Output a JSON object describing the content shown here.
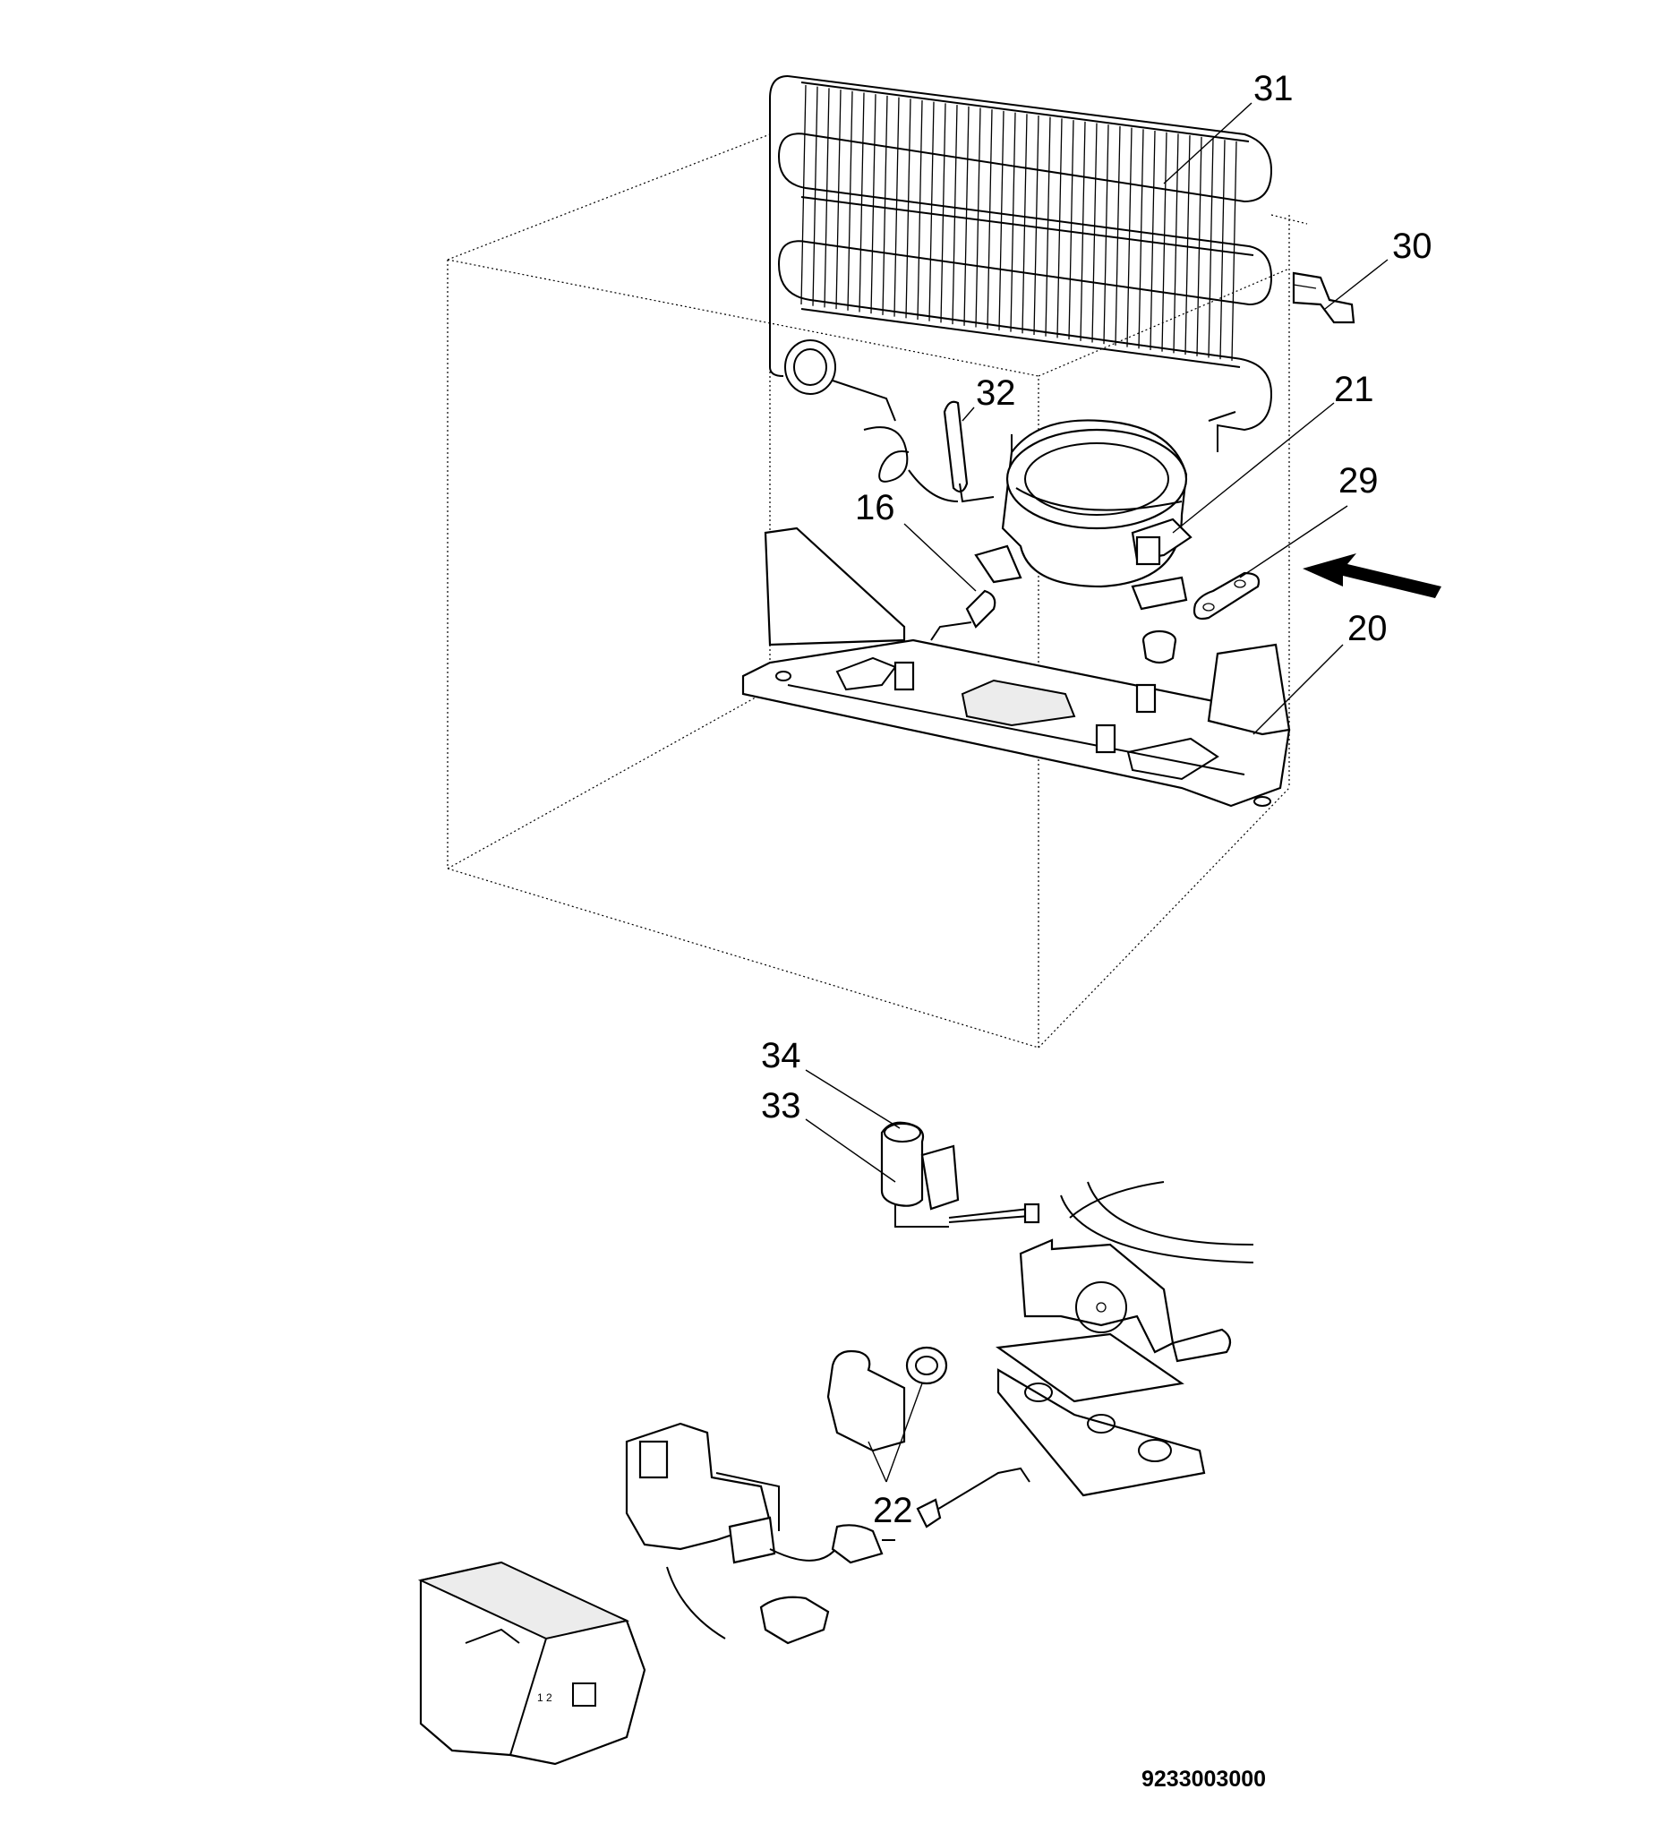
{
  "callouts": {
    "p31": "31",
    "p30": "30",
    "p32": "32",
    "p21": "21",
    "p29": "29",
    "p16": "16",
    "p20": "20",
    "p34": "34",
    "p33": "33",
    "p22": "22"
  },
  "document_code": "9233003000"
}
